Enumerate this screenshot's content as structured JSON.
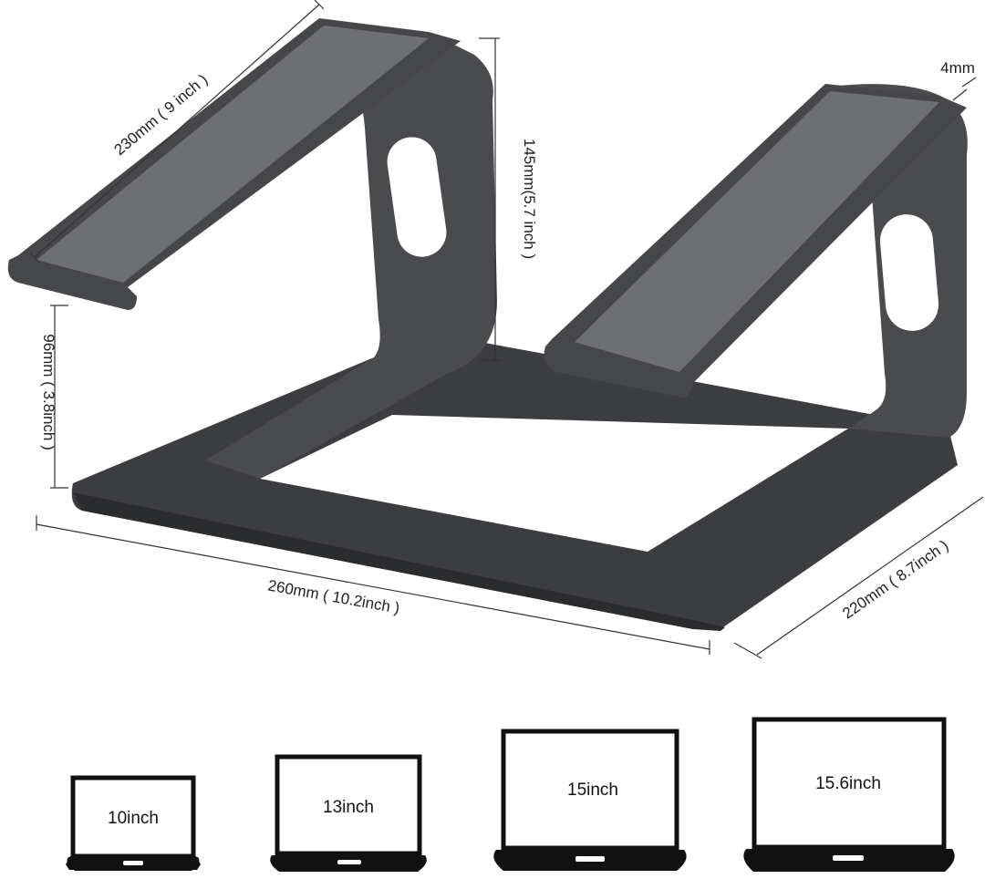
{
  "dimensions": {
    "platform_length": "230mm ( 9 inch )",
    "total_height": "145mm(5.7 inch )",
    "front_lip_height": "96mm ( 3.8inch )",
    "base_width": "260mm ( 10.2inch )",
    "base_depth": "220mm ( 8.7inch )",
    "thickness": "4mm"
  },
  "compatible_laptops": [
    {
      "label": "10inch"
    },
    {
      "label": "13inch"
    },
    {
      "label": "15inch"
    },
    {
      "label": "15.6inch"
    }
  ],
  "colors": {
    "stand_body": "#4a4b4e",
    "stand_dark": "#2f3033",
    "pad": "#6e6f72",
    "dimension_line": "#333333",
    "laptop_outline": "#111111"
  }
}
